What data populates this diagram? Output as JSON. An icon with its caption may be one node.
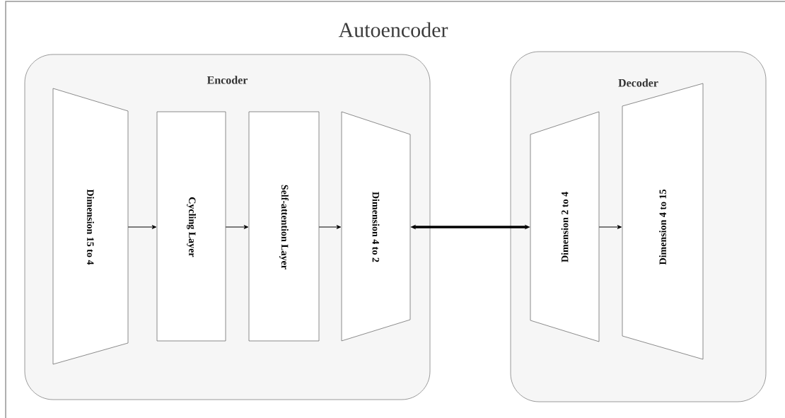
{
  "diagram": {
    "title": "Autoencoder",
    "nodes": [
      {
        "text": [
          "Encoder"
        ]
      },
      {
        "text": [
          "Decoder"
        ]
      },
      {
        "text": [
          "Dimension 15 to 4"
        ],
        "in": 0
      },
      {
        "text": [
          "Cycling Layer"
        ],
        "in": 0
      },
      {
        "text": [
          "Self-attention Layer"
        ],
        "in": 0
      },
      {
        "text": [
          "Dimension 4 to 2"
        ],
        "in": 0
      },
      {
        "text": [
          "Dimension 2 to 4"
        ],
        "in": 1
      },
      {
        "text": [
          "Dimension 4 to 15"
        ],
        "in": 1
      }
    ],
    "edges": [
      {
        "from": 2,
        "to": 3,
        "arrow": "to"
      },
      {
        "from": 3,
        "to": 4,
        "arrow": "to"
      },
      {
        "from": 4,
        "to": 5,
        "arrow": "to"
      },
      {
        "from": 5,
        "to": 6,
        "arrow": "both",
        "style": "thick"
      },
      {
        "from": 6,
        "to": 7,
        "arrow": "to"
      }
    ]
  }
}
